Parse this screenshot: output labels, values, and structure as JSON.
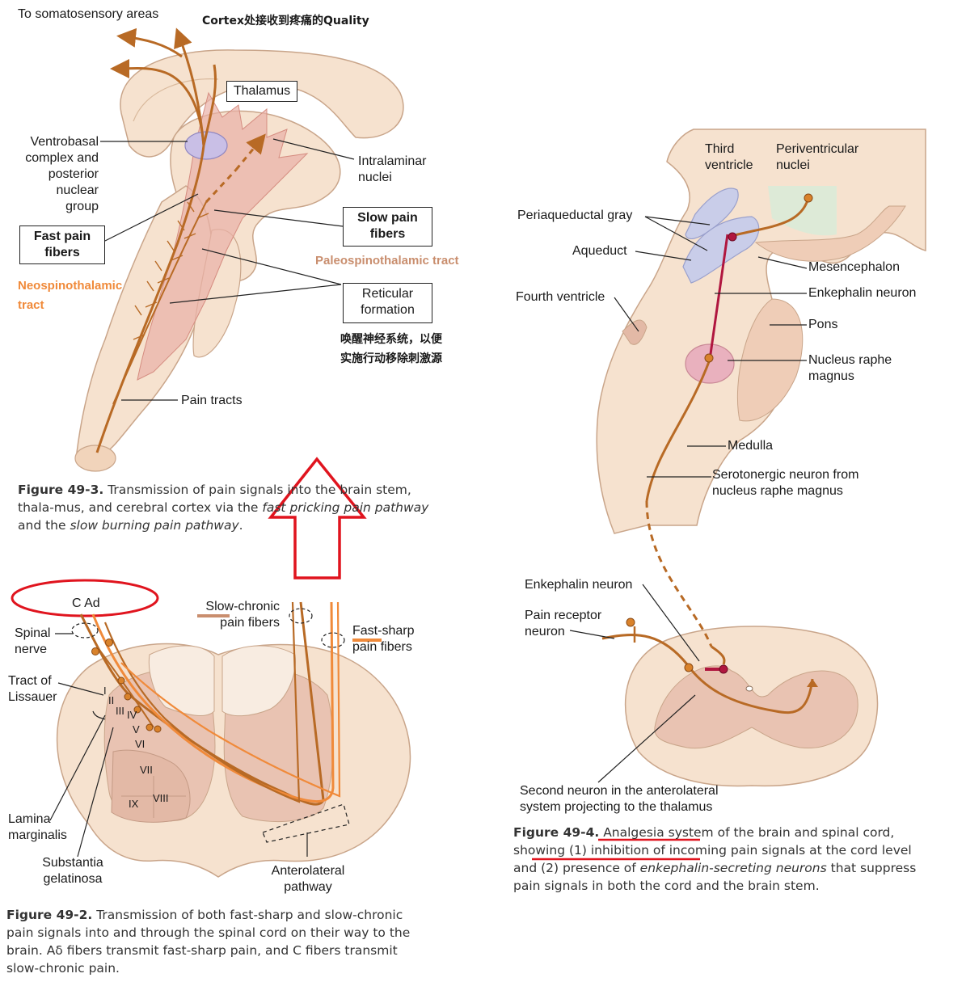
{
  "colors": {
    "tissue": "#f6e2cf",
    "tissue_edge": "#c9a58a",
    "pink_zone": "#e9b1a6",
    "pathway": "#b86a25",
    "pathway_light": "#f08a3a",
    "enkephalin": "#b0163f",
    "periaqueductal": "#c9cde9",
    "periventricular": "#d7ecd8",
    "annotation_red": "#e0141e"
  },
  "top_figure": {
    "top_label": "To somatosensory areas",
    "cortex_note": "Cortex处接收到疼痛的Quality",
    "thalamus": "Thalamus",
    "ventrobasal": "Ventrobasal\ncomplex and\nposterior\nnuclear\ngroup",
    "intralaminar": "Intralaminar\nnuclei",
    "fast_pain": "Fast pain\nfibers",
    "slow_pain": "Slow pain\nfibers",
    "paleo": "Paleospinothalamic tract",
    "neo": "Neospinothalamic\ntract",
    "reticular": "Reticular\nformation",
    "reticular_note": "唤醒神经系统，以便\n实施行动移除刺激源",
    "pain_tracts": "Pain tracts",
    "caption_num": "Figure 49-3.",
    "caption_a": " Transmission of pain signals into the brain stem, thala-mus, and cerebral cortex via the ",
    "caption_i1": "fast pricking pain pathway",
    "caption_b": " and the ",
    "caption_i2": "slow burning pain pathway",
    "caption_c": "."
  },
  "bottom_figure": {
    "c_ad": "C Ad",
    "spinal_nerve": "Spinal\nnerve",
    "slow_chronic": "Slow-chronic\npain fibers",
    "fast_sharp": "Fast-sharp\npain fibers",
    "tract_lissauer": "Tract of\nLissauer",
    "laminae": [
      "I",
      "II",
      "III",
      "IV",
      "V",
      "VI",
      "VII",
      "VIII",
      "IX"
    ],
    "lamina_marginalis": "Lamina\nmarginalis",
    "substantia": "Substantia\ngelatinosa",
    "anterolateral": "Anterolateral\npathway",
    "caption_num": "Figure 49-2.",
    "caption_text": " Transmission of both fast-sharp and slow-chronic pain signals into and through the spinal cord on their way to the brain. Aδ fibers transmit fast-sharp pain, and C fibers transmit slow-chronic pain."
  },
  "right_figure": {
    "third_ventricle": "Third\nventricle",
    "periventricular": "Periventricular\nnuclei",
    "periaqueductal": "Periaqueductal gray",
    "aqueduct": "Aqueduct",
    "mesencephalon": "Mesencephalon",
    "fourth_ventricle": "Fourth ventricle",
    "enkephalin_neuron": "Enkephalin neuron",
    "pons": "Pons",
    "nucleus_raphe": "Nucleus raphe\nmagnus",
    "medulla": "Medulla",
    "serotonergic": "Serotonergic neuron from\nnucleus raphe magnus",
    "enkephalin_neuron_2": "Enkephalin neuron",
    "pain_receptor": "Pain receptor\nneuron",
    "second_neuron": "Second neuron in the anterolateral\nsystem projecting to the thalamus",
    "caption_num": "Figure 49-4.",
    "caption_u1": "Analgesia system",
    "caption_a": " of the brain and spinal cord, showing (1) ",
    "caption_u2": "inhibition of incoming pain",
    "caption_b": " signals at the cord level and (2) presence of ",
    "caption_i": "enkephalin-secreting neurons",
    "caption_c": " that suppress pain signals in both the cord and the brain stem."
  }
}
